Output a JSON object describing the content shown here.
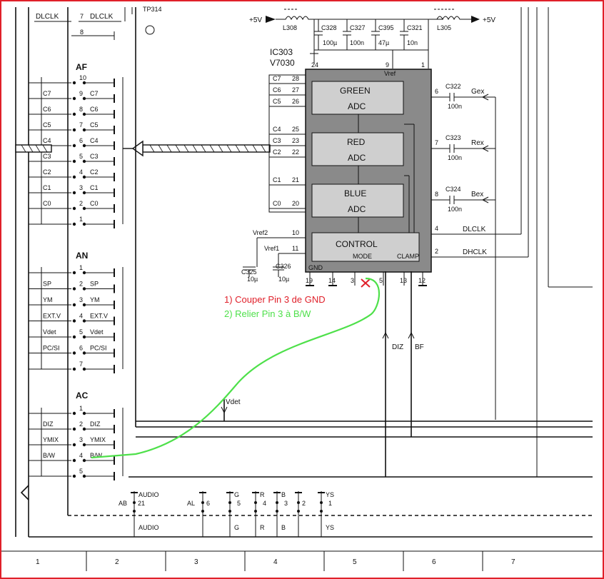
{
  "colors": {
    "border": "#e0202a",
    "annotation_cut": "#e0202a",
    "annotation_link": "#4ee04a",
    "chip_fill": "#8a8a8a",
    "block_fill": "#cfcfcf"
  },
  "top": {
    "p5v_left": "+5V",
    "p5v_right": "+5V",
    "l308": "L308",
    "l305": "L305",
    "c328": "C328",
    "c328v": "100µ",
    "c327": "C327",
    "c327v": "100n",
    "c395": "C395",
    "c395v": "47µ",
    "c321": "C321",
    "c321v": "10n",
    "tp": "TP314"
  },
  "ic": {
    "ref": "IC303",
    "part": "V7030",
    "pin24": "24",
    "pin9": "9",
    "pin1": "1",
    "vref": "Vref",
    "green": "GREEN",
    "red": "RED",
    "blue": "BLUE",
    "adc": "ADC",
    "control": "CONTROL",
    "mode": "MODE",
    "clamp": "CLAMP",
    "gnd": "GND"
  },
  "ic_inputs": [
    {
      "name": "C7",
      "pin": "28"
    },
    {
      "name": "C6",
      "pin": "27"
    },
    {
      "name": "C5",
      "pin": "26"
    },
    {
      "name": "C4",
      "pin": "25"
    },
    {
      "name": "C3",
      "pin": "23"
    },
    {
      "name": "C2",
      "pin": "22"
    },
    {
      "name": "C1",
      "pin": "21"
    },
    {
      "name": "C0",
      "pin": "20"
    }
  ],
  "vref_pins": [
    {
      "name": "Vref2",
      "pin": "10"
    },
    {
      "name": "Vref1",
      "pin": "11"
    }
  ],
  "c325": "C325",
  "c325v": "10µ",
  "c326": "C326",
  "c326v": "10µ",
  "bottom_pins": [
    "19",
    "14",
    "3",
    "5",
    "13",
    "12"
  ],
  "right": {
    "p6": "6",
    "p7": "7",
    "p8": "8",
    "p4": "4",
    "p2": "2",
    "c322": "C322",
    "c323": "C323",
    "c324": "C324",
    "cv": "100n",
    "gex": "Gex",
    "rex": "Rex",
    "bex": "Bex",
    "dlclk": "DLCLK",
    "dhclk": "DHCLK"
  },
  "annotations": {
    "cut": "1) Couper Pin 3 de GND",
    "link": "2) Relier Pin 3 à B/W"
  },
  "vlabels": {
    "diz": "DIZ",
    "bf": "BF",
    "vdet": "Vdet"
  },
  "connector_top": {
    "left": "DLCLK",
    "pin7": "7",
    "right": "DLCLK",
    "pin8": "8"
  },
  "af": {
    "title": "AF",
    "rows": [
      {
        "pin": "10",
        "l": "",
        "r": ""
      },
      {
        "pin": "9",
        "l": "C7",
        "r": "C7"
      },
      {
        "pin": "8",
        "l": "C6",
        "r": "C6"
      },
      {
        "pin": "7",
        "l": "C5",
        "r": "C5"
      },
      {
        "pin": "6",
        "l": "C4",
        "r": "C4"
      },
      {
        "pin": "5",
        "l": "C3",
        "r": "C3"
      },
      {
        "pin": "4",
        "l": "C2",
        "r": "C2"
      },
      {
        "pin": "3",
        "l": "C1",
        "r": "C1"
      },
      {
        "pin": "2",
        "l": "C0",
        "r": "C0"
      },
      {
        "pin": "1",
        "l": "",
        "r": ""
      }
    ]
  },
  "an": {
    "title": "AN",
    "rows": [
      {
        "pin": "1",
        "l": "",
        "r": ""
      },
      {
        "pin": "2",
        "l": "SP",
        "r": "SP"
      },
      {
        "pin": "3",
        "l": "YM",
        "r": "YM"
      },
      {
        "pin": "4",
        "l": "EXT.V",
        "r": "EXT.V"
      },
      {
        "pin": "5",
        "l": "Vdet",
        "r": "Vdet"
      },
      {
        "pin": "6",
        "l": "PC/SI",
        "r": "PC/SI"
      },
      {
        "pin": "7",
        "l": "",
        "r": ""
      }
    ]
  },
  "ac": {
    "title": "AC",
    "rows": [
      {
        "pin": "1",
        "l": "",
        "r": ""
      },
      {
        "pin": "2",
        "l": "DIZ",
        "r": "DIZ"
      },
      {
        "pin": "3",
        "l": "YMIX",
        "r": "YMIX"
      },
      {
        "pin": "4",
        "l": "B/W",
        "r": "B/W"
      },
      {
        "pin": "5",
        "l": "",
        "r": ""
      }
    ]
  },
  "bottom_conn": [
    {
      "name": "AB",
      "pin": "2",
      "top": "AUDIO",
      "topn": "1",
      "bot": "AUDIO"
    },
    {
      "name": "AL",
      "pin": "6",
      "top": "",
      "topn": "",
      "bot": ""
    },
    {
      "name": "",
      "pin": "",
      "top": "G",
      "topn": "5",
      "bot": "G"
    },
    {
      "name": "",
      "pin": "",
      "top": "R",
      "topn": "4",
      "bot": "R"
    },
    {
      "name": "",
      "pin": "",
      "top": "B",
      "topn": "3",
      "bot": "B"
    },
    {
      "name": "",
      "pin": "2",
      "top": "",
      "topn": "",
      "bot": ""
    },
    {
      "name": "",
      "pin": "",
      "top": "YS",
      "topn": "1",
      "bot": "YS"
    }
  ],
  "grid": [
    "1",
    "2",
    "3",
    "4",
    "5",
    "6",
    "7"
  ]
}
